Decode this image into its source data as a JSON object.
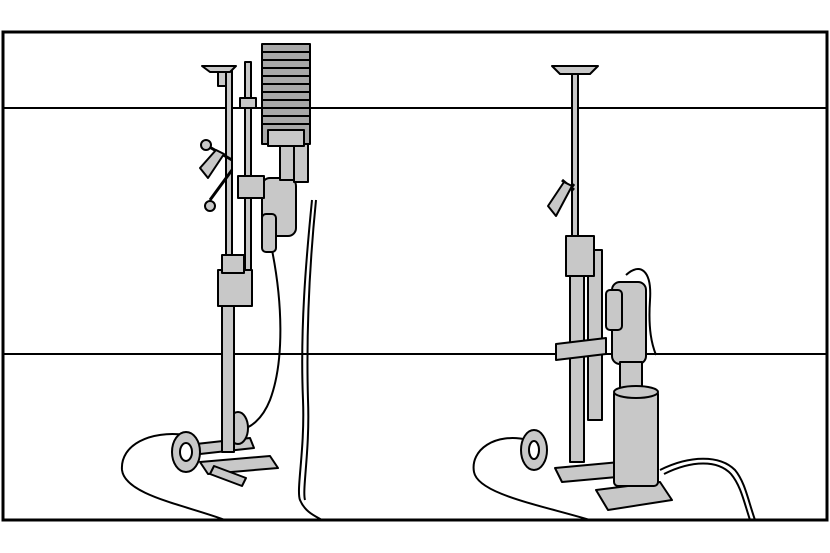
{
  "figure": {
    "panels": [
      {
        "id": "left",
        "configuration": "core-bit-raised"
      },
      {
        "id": "right",
        "configuration": "core-bit-lowered"
      }
    ],
    "colors": {
      "background": "#ffffff",
      "line": "#000000",
      "fill": "#c8c8c8",
      "fill_dark": "#a8a8a8"
    },
    "icons": [
      "core-drill-rig-icon",
      "drill-motor-icon",
      "core-bit-icon",
      "wheel-icon",
      "power-cord-icon"
    ]
  }
}
